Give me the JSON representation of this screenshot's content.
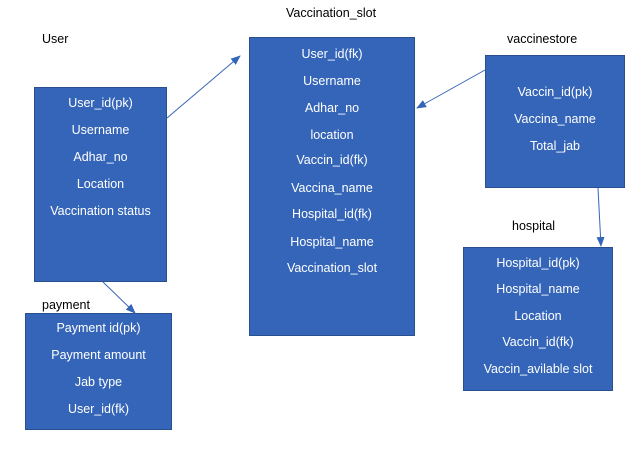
{
  "diagram": {
    "title": "Vaccination_slot",
    "entities": {
      "user": {
        "label": "User",
        "fields": [
          "User_id(pk)",
          "Username",
          "Adhar_no",
          "Location",
          "Vaccination status"
        ]
      },
      "vaccination_slot": {
        "fields": [
          "User_id(fk)",
          "Username",
          "Adhar_no",
          "location",
          "Vaccin_id(fk)",
          "Vaccina_name",
          "Hospital_id(fk)",
          "Hospital_name",
          "Vaccination_slot"
        ]
      },
      "vaccinestore": {
        "label": "vaccinestore",
        "fields": [
          "Vaccin_id(pk)",
          "Vaccina_name",
          "Total_jab"
        ]
      },
      "hospital": {
        "label": "hospital",
        "fields": [
          "Hospital_id(pk)",
          "Hospital_name",
          "Location",
          "Vaccin_id(fk)",
          "Vaccin_avilable slot"
        ]
      },
      "payment": {
        "label": "payment",
        "fields": [
          "Payment id(pk)",
          "Payment amount",
          "Jab type",
          "User_id(fk)"
        ]
      }
    },
    "colors": {
      "box_fill": "#3565B8",
      "box_text": "#FFFFFF",
      "arrow": "#3565B8"
    }
  }
}
